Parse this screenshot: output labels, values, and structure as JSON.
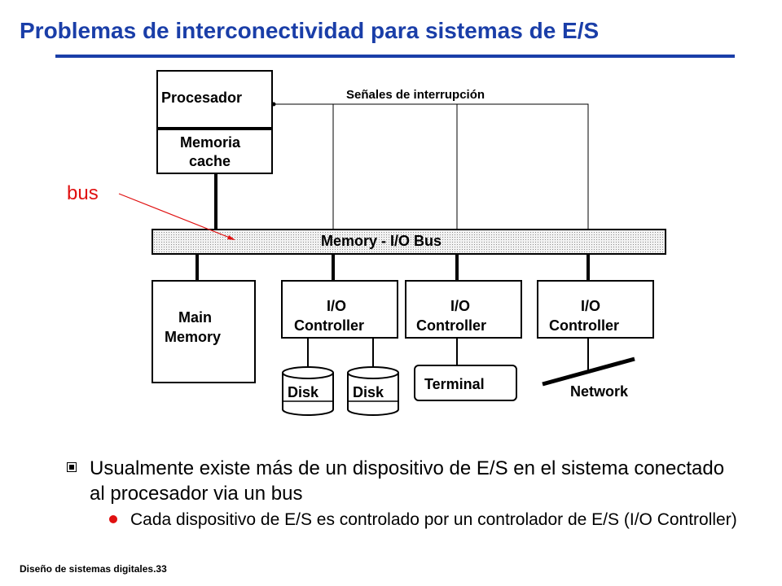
{
  "slide": {
    "title": "Problemas de interconectividad para sistemas de E/S",
    "footer": "Diseño de sistemas digitales.33"
  },
  "diagram": {
    "processor": "Procesador",
    "cache_line1": "Memoria",
    "cache_line2": "cache",
    "interrupt_label": "Señales de interrupción",
    "bus_annotation": "bus",
    "bus_label": "Memory - I/O Bus",
    "main_memory_line1": "Main",
    "main_memory_line2": "Memory",
    "io_controller_line1": "I/O",
    "io_controller_line2": "Controller",
    "disk": "Disk",
    "terminal": "Terminal",
    "network": "Network",
    "colors": {
      "bus_annotation": "#e01010",
      "title": "#1a3ea8"
    }
  },
  "bullets": [
    {
      "text": "Usualmente existe más de un dispositivo de E/S en el sistema conectado al procesador via un bus",
      "sub": [
        {
          "text": "Cada dispositivo de E/S es controlado por un controlador de E/S (I/O Controller)"
        }
      ]
    }
  ]
}
